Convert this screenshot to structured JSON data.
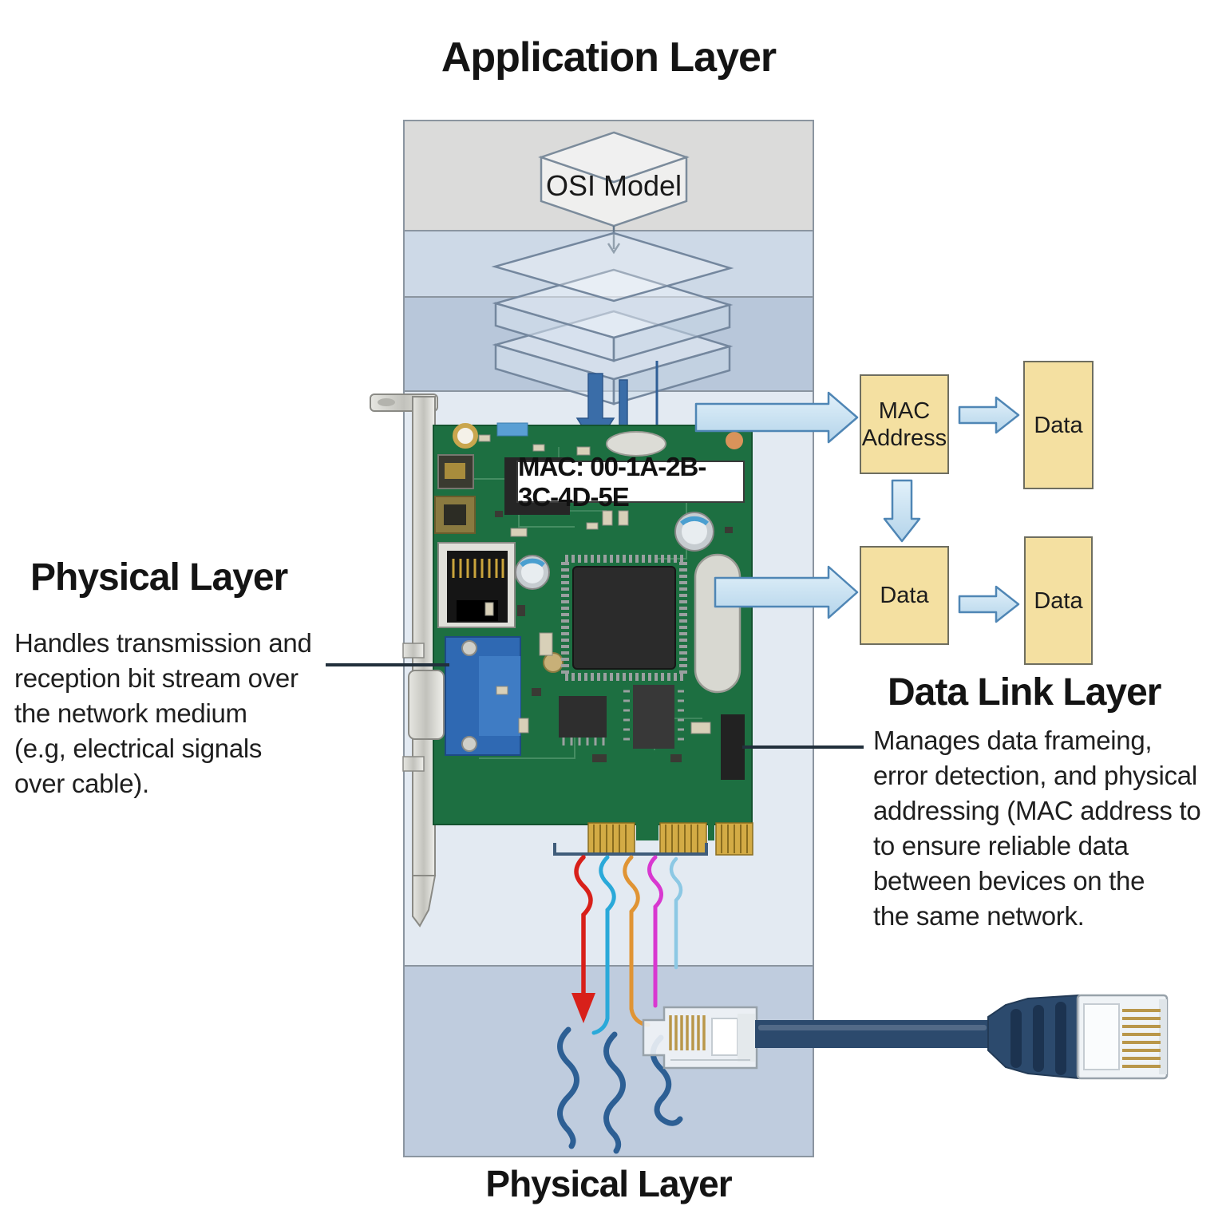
{
  "titles": {
    "application_layer": "Application Layer",
    "physical_layer_bottom": "Physical Layer"
  },
  "osi_box": {
    "label": "OSI Model"
  },
  "nic": {
    "mac_label": "MAC: 00-1A-2B-3C-4D-5E"
  },
  "left_section": {
    "heading": "Physical Layer",
    "lines": [
      "Handles transmission and",
      "reception bit stream over",
      "the network medium",
      "(e.g, electrical signals",
      "over cable)."
    ]
  },
  "right_section": {
    "heading": "Data Link Layer",
    "lines": [
      "Manages data frameing,",
      "error detection, and physical",
      "addressing (MAC address to",
      "to ensure reliable data",
      "between bevices on the",
      "the same network."
    ]
  },
  "flow_boxes": {
    "mac_address": "MAC Address",
    "data_top": "Data",
    "data_left": "Data",
    "data_right": "Data"
  },
  "colors": {
    "band_gray": "#dbdbda",
    "band_light_blue": "#cdd9e7",
    "band_mid_blue": "#b8c7da",
    "band_pale": "#e3eaf2",
    "band_bottom_blue": "#bfccde",
    "column_border": "#8b95a0",
    "yellow_box": "#f4e0a1",
    "block_arrow_fill": "#cfe4f3",
    "block_arrow_border": "#4f86b5",
    "solid_arrow": "#3a6da8",
    "pcb_green": "#1d6f41",
    "gold": "#c9a43c",
    "cable_navy": "#2c4a6d",
    "wave_red": "#d8201a",
    "wave_cyan": "#2aa9d9",
    "wave_orange": "#e09434",
    "wave_magenta": "#d838d0",
    "wave_light_blue": "#8cc8e4",
    "wave_navy": "#2d5f94"
  }
}
